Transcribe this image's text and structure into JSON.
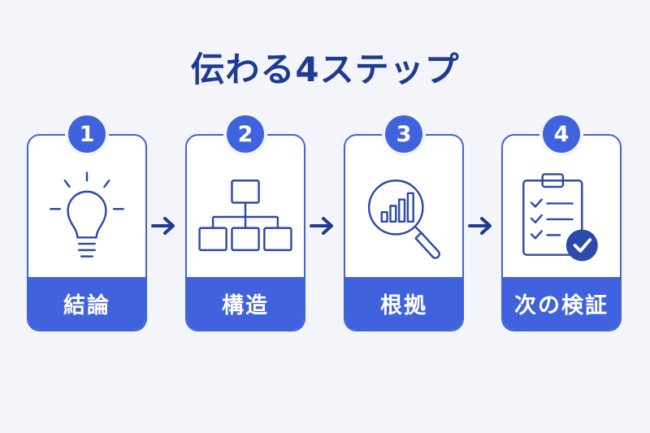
{
  "title": "伝わる4ステップ",
  "steps": [
    {
      "number": "1",
      "label": "結論",
      "icon": "lightbulb-icon"
    },
    {
      "number": "2",
      "label": "構造",
      "icon": "hierarchy-icon"
    },
    {
      "number": "3",
      "label": "根拠",
      "icon": "magnifier-chart-icon"
    },
    {
      "number": "4",
      "label": "次の検証",
      "icon": "clipboard-check-icon"
    }
  ],
  "colors": {
    "accent": "#4062dc",
    "title": "#1f3a93",
    "icon": "#2c4aa8",
    "background": "#f3f5fa"
  }
}
